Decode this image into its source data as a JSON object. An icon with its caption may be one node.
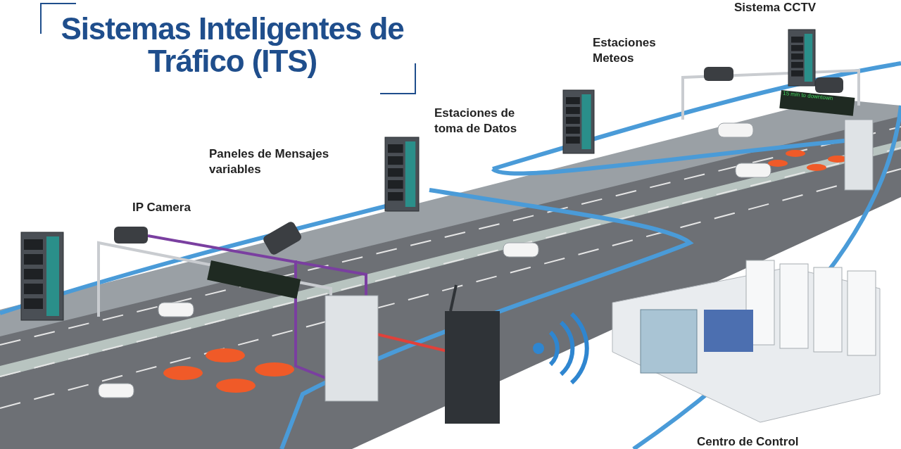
{
  "diagram": {
    "title": "Sistemas Inteligentes de Tráfico (ITS)",
    "labels": [
      "Sistema CCTV",
      "Estaciones Meteos",
      "Estaciones de toma de Datos",
      "Paneles de Mensajes variables",
      "IP Camera",
      "15 min to downtown",
      "Centro de Control"
    ]
  }
}
